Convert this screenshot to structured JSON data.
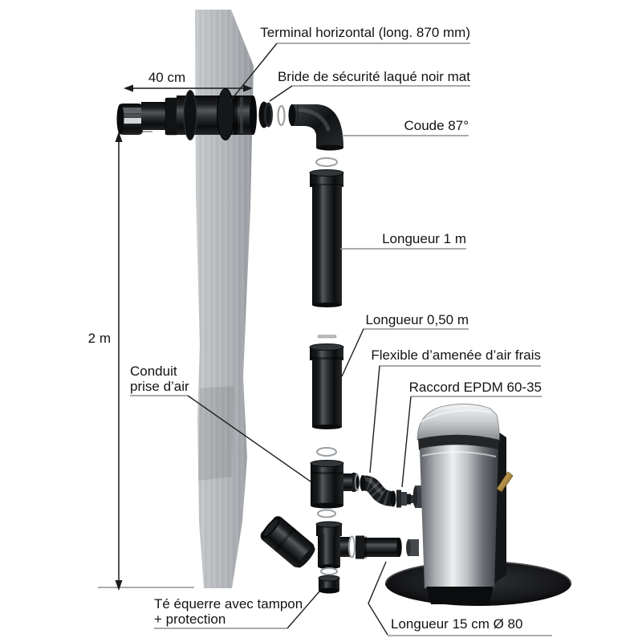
{
  "diagram": {
    "labels": {
      "terminal": "Terminal horizontal (long. 870 mm)",
      "bride": "Bride de sécurité laqué noir mat",
      "coude": "Coude 87°",
      "longueur_1m": "Longueur 1 m",
      "longueur_050m": "Longueur 0,50 m",
      "flexible": "Flexible d’amenée d’air frais",
      "raccord": "Raccord EPDM 60-35",
      "conduit_l1": "Conduit",
      "conduit_l2": "prise d’air",
      "te_l1": "Té équerre avec tampon",
      "te_l2": "+ protection",
      "longueur_15cm": "Longueur 15 cm Ø 80"
    },
    "dimensions": {
      "horizontal": "40 cm",
      "vertical": "2 m"
    },
    "colors": {
      "background": "#ffffff",
      "wall": "#b3b6ba",
      "pipe": "#141618",
      "pipe_highlight": "#54585c",
      "gasket": "#ffffff",
      "chrome": "#e8eaec",
      "brass": "#c9a24f",
      "text": "#131313",
      "leader": "#1f1f1f",
      "underline": "#8d8d8d"
    }
  }
}
